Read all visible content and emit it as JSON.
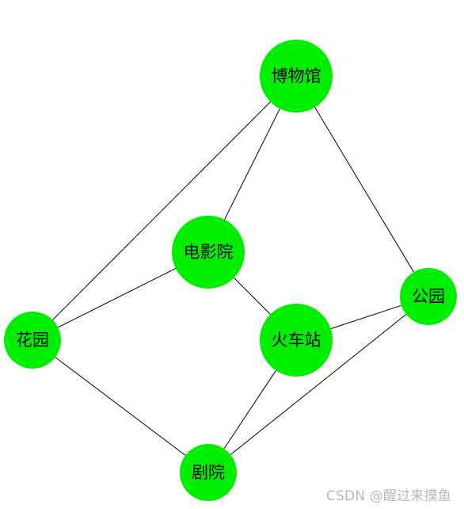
{
  "diagram": {
    "node_color": "#00ee00",
    "edge_color": "#000000",
    "nodes": [
      {
        "id": "museum",
        "label": "博物馆"
      },
      {
        "id": "cinema",
        "label": "电影院"
      },
      {
        "id": "park",
        "label": "公园"
      },
      {
        "id": "garden",
        "label": "花园"
      },
      {
        "id": "station",
        "label": "火车站"
      },
      {
        "id": "theater",
        "label": "剧院"
      }
    ],
    "edges": [
      {
        "from": "museum",
        "to": "cinema"
      },
      {
        "from": "museum",
        "to": "garden"
      },
      {
        "from": "museum",
        "to": "park"
      },
      {
        "from": "cinema",
        "to": "garden"
      },
      {
        "from": "cinema",
        "to": "station"
      },
      {
        "from": "garden",
        "to": "theater"
      },
      {
        "from": "station",
        "to": "park"
      },
      {
        "from": "station",
        "to": "theater"
      },
      {
        "from": "park",
        "to": "theater"
      }
    ]
  },
  "watermark": {
    "text": "CSDN @醒过来摸鱼"
  }
}
